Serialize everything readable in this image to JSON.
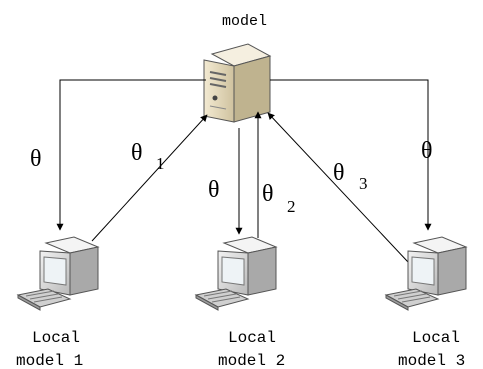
{
  "server": {
    "label": "model"
  },
  "clients": [
    {
      "line1": "Local",
      "line2": "model 1"
    },
    {
      "line1": "Local",
      "line2": "model 2"
    },
    {
      "line1": "Local",
      "line2": "model 3"
    }
  ],
  "edges": {
    "broadcast_symbol": "θ",
    "upload_symbols": [
      "θ",
      "θ",
      "θ"
    ],
    "upload_subscripts": [
      "1",
      "2",
      "3"
    ]
  },
  "colors": {
    "line": "#000000",
    "server_body": "#e7dcc0",
    "monitor_body": "#d6d6d6",
    "screen": "#eef3f6",
    "keyboard": "#c8c8c8"
  }
}
